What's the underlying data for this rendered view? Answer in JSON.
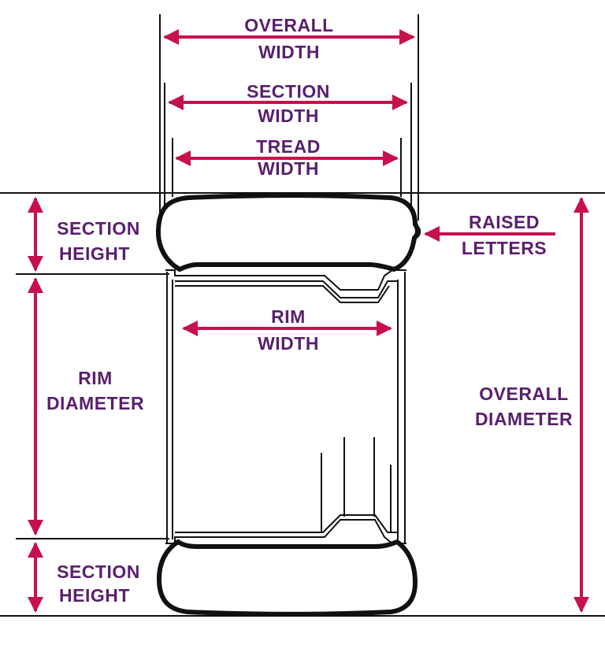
{
  "colors": {
    "arrow": "#c8104a",
    "label": "#5a1e6e",
    "line": "#111111"
  },
  "labels": {
    "overall_width": {
      "line1": "OVERALL",
      "line2": "WIDTH"
    },
    "section_width": {
      "line1": "SECTION",
      "line2": "WIDTH"
    },
    "tread_width": {
      "line1": "TREAD",
      "line2": "WIDTH"
    },
    "section_height_top": {
      "line1": "SECTION",
      "line2": "HEIGHT"
    },
    "raised_letters": {
      "line1": "RAISED",
      "line2": "LETTERS"
    },
    "rim_width": {
      "line1": "RIM",
      "line2": "WIDTH"
    },
    "rim_diameter": {
      "line1": "RIM",
      "line2": "DIAMETER"
    },
    "overall_diameter": {
      "line1": "OVERALL",
      "line2": "DIAMETER"
    },
    "section_height_bottom": {
      "line1": "SECTION",
      "line2": "HEIGHT"
    }
  }
}
